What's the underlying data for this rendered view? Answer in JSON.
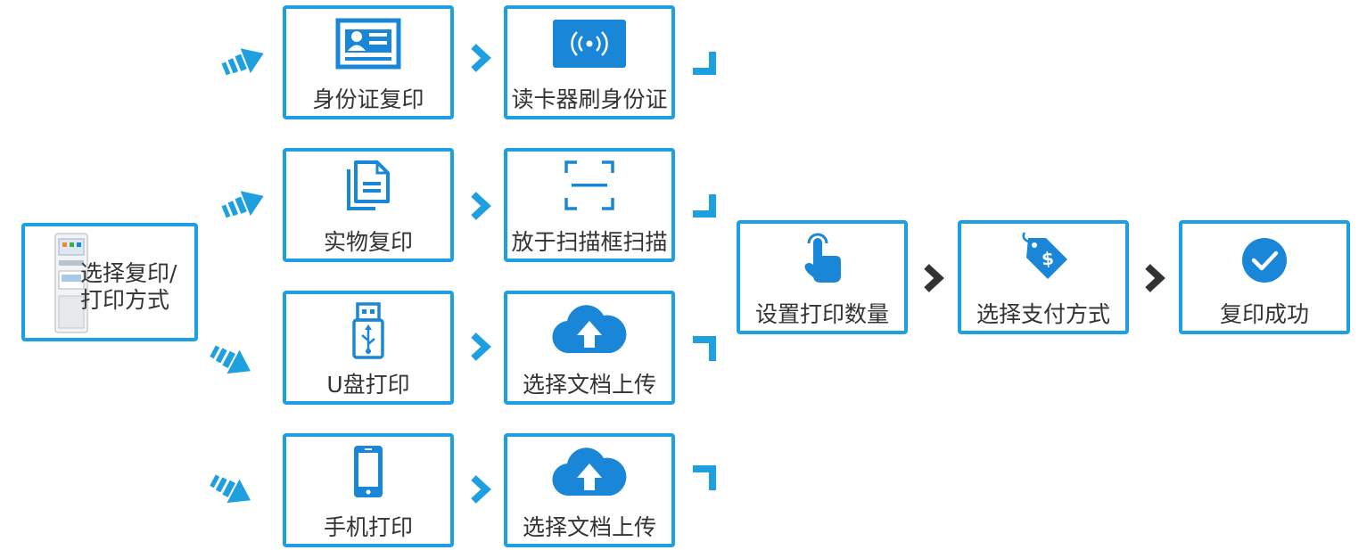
{
  "colors": {
    "accent": "#1ea0e0",
    "icon": "#1a86d8",
    "dark_arrow": "#333333",
    "text": "#333333"
  },
  "start": {
    "label_line1": "选择复印/",
    "label_line2": "打印方式",
    "icon": "kiosk-machine-icon"
  },
  "rows": [
    {
      "option": {
        "label": "身份证复印",
        "icon": "id-card-icon"
      },
      "step": {
        "label": "读卡器刷身份证",
        "icon": "nfc-reader-icon"
      }
    },
    {
      "option": {
        "label": "实物复印",
        "icon": "documents-icon"
      },
      "step": {
        "label": "放于扫描框扫描",
        "icon": "scan-frame-icon"
      }
    },
    {
      "option": {
        "label": "U盘打印",
        "icon": "usb-drive-icon"
      },
      "step": {
        "label": "选择文档上传",
        "icon": "cloud-upload-icon"
      }
    },
    {
      "option": {
        "label": "手机打印",
        "icon": "mobile-phone-icon"
      },
      "step": {
        "label": "选择文档上传",
        "icon": "cloud-upload-icon"
      }
    }
  ],
  "final_steps": [
    {
      "label": "设置打印数量",
      "icon": "touch-hand-icon"
    },
    {
      "label": "选择支付方式",
      "icon": "price-tag-icon"
    },
    {
      "label": "复印成功",
      "icon": "check-circle-icon"
    }
  ]
}
